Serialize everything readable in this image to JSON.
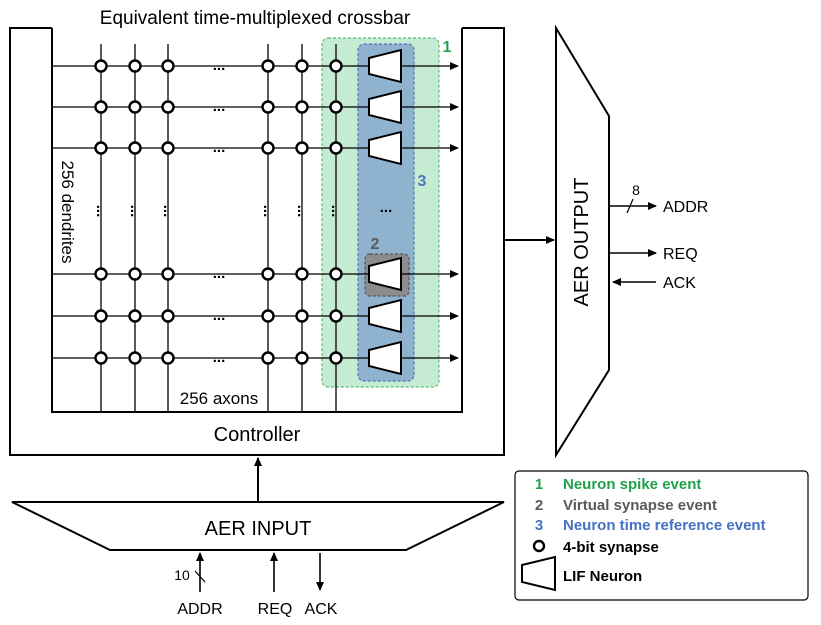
{
  "title": "Equivalent time-multiplexed crossbar",
  "dendrites_label": "256 dendrites",
  "axons_label": "256 axons",
  "controller_label": "Controller",
  "aer_input": {
    "label": "AER INPUT",
    "addr_label": "ADDR",
    "addr_width": "10",
    "req_label": "REQ",
    "ack_label": "ACK"
  },
  "aer_output": {
    "label": "AER OUTPUT",
    "addr_label": "ADDR",
    "addr_width": "8",
    "req_label": "REQ",
    "ack_label": "ACK"
  },
  "region_markers": {
    "one": "1",
    "two": "2",
    "three": "3"
  },
  "ellipsis": "...",
  "legend": {
    "items": [
      {
        "num": "1",
        "text": "Neuron spike event",
        "color": "#1fa24a"
      },
      {
        "num": "2",
        "text": "Virtual synapse event",
        "color": "#5a5a5a"
      },
      {
        "num": "3",
        "text": "Neuron time reference event",
        "color": "#4472c4"
      }
    ],
    "synapse_text": "4-bit synapse",
    "neuron_text": "LIF Neuron"
  },
  "colors": {
    "green_region": "#c6ebd3",
    "green_border": "#5cbd72",
    "blue_region": "#8fb3cf",
    "blue_border": "#4a78b8",
    "gray_region": "#8c8c8c"
  }
}
